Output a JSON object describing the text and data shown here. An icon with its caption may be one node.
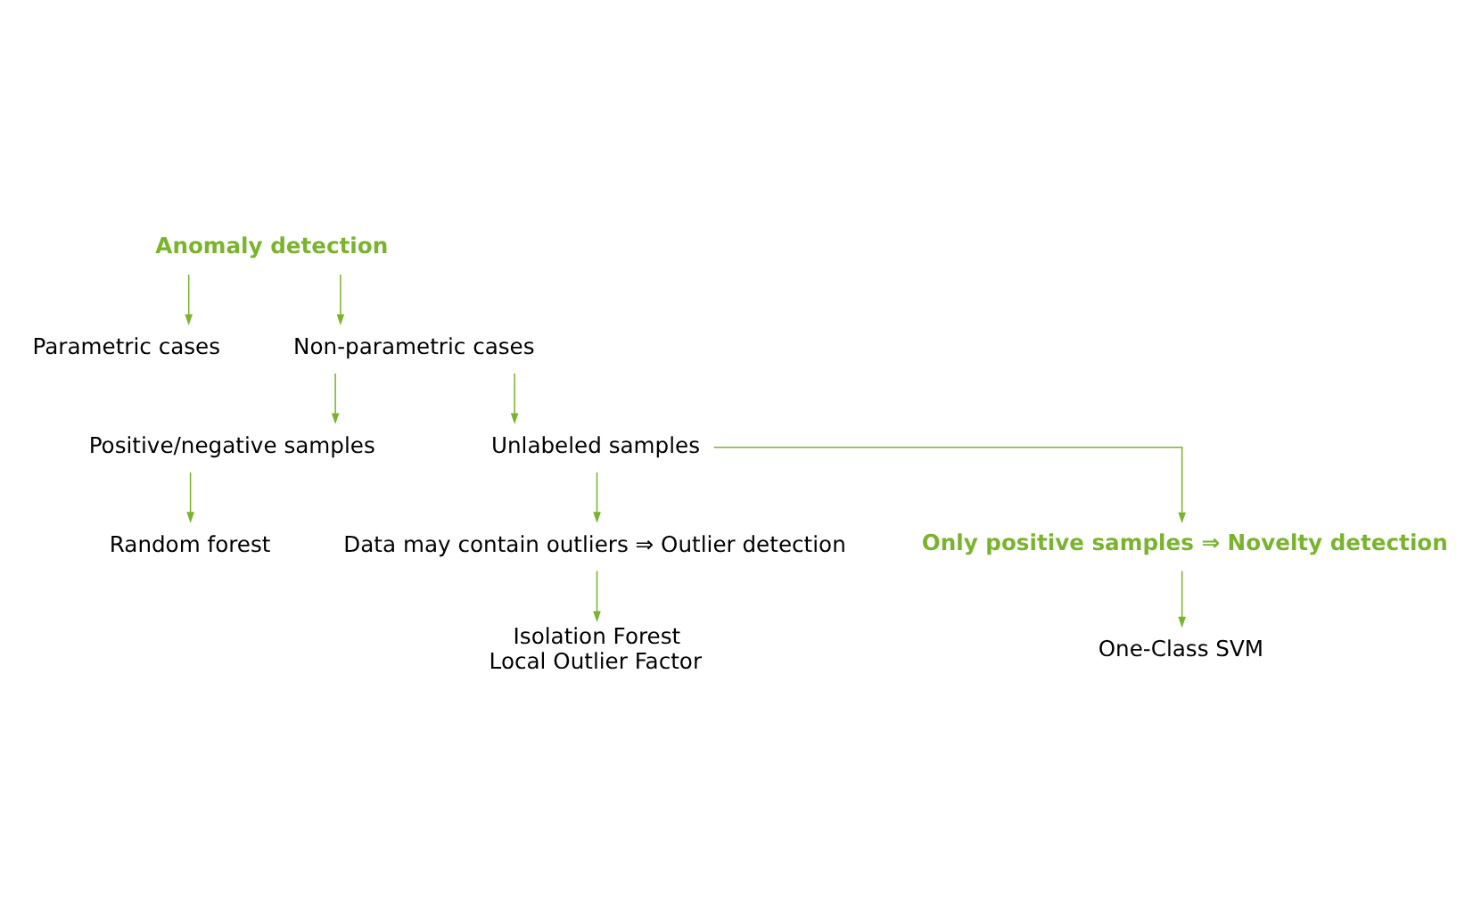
{
  "diagram": {
    "nodes": [
      {
        "text": [
          "Anomaly detection"
        ]
      },
      {
        "text": [
          "Parametric cases"
        ]
      },
      {
        "text": [
          "Non-parametric cases"
        ]
      },
      {
        "text": [
          "Positive/negative samples"
        ]
      },
      {
        "text": [
          "Unlabeled samples"
        ]
      },
      {
        "text": [
          "Random forest"
        ]
      },
      {
        "text": [
          "Data may contain outliers ⇒ Outlier detection"
        ]
      },
      {
        "text": [
          "Only positive samples ⇒ Novelty detection"
        ]
      },
      {
        "text": [
          "Isolation Forest",
          "Local Outlier Factor"
        ]
      },
      {
        "text": [
          "One-Class SVM"
        ]
      }
    ],
    "edges": [
      {
        "from": 0,
        "to": 1,
        "arrow": "to"
      },
      {
        "from": 0,
        "to": 2,
        "arrow": "to"
      },
      {
        "from": 2,
        "to": 3,
        "arrow": "to"
      },
      {
        "from": 2,
        "to": 4,
        "arrow": "to"
      },
      {
        "from": 3,
        "to": 5,
        "arrow": "to"
      },
      {
        "from": 4,
        "to": 6,
        "arrow": "to"
      },
      {
        "from": 4,
        "to": 7,
        "arrow": "to"
      },
      {
        "from": 6,
        "to": 8,
        "arrow": "to"
      },
      {
        "from": 7,
        "to": 9,
        "arrow": "to"
      }
    ]
  }
}
